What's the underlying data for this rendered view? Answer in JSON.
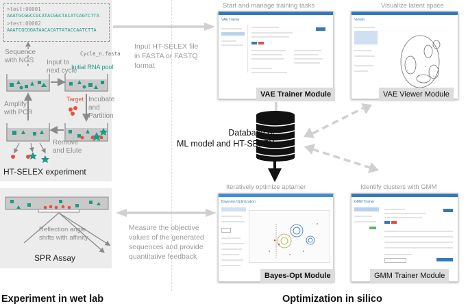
{
  "wetlab": {
    "fasta_lines": [
      ">test:00001",
      "AAATGCGGCCGCATACGGCTACATCAGTCTTA",
      ">test:00002",
      "AAATCGCGGATAACACATTATACCAATCTTA"
    ],
    "fasta_filename": "Cycle_n.fasta",
    "seq_ngs": "Sequence\nwith NGS",
    "input_next": "Input to\nnext cycle",
    "initial_pool": "Initial RNA pool",
    "target": "Target",
    "incubate": "Incubate\nand\nPartition",
    "amplify": "Amplify\nwith PCR",
    "remove_elute": "Remove\nand Elute",
    "htselex_title": "HT-SELEX experiment",
    "spr_reflection": "Reflection angle\nshifts with affinity",
    "spr_title": "SPR Assay",
    "section_label": "Experiment in wet lab"
  },
  "insilico": {
    "input_htselex": "Input HT-SELEX file\nin FASTA or FASTQ\nformat",
    "vae_trainer_header": "Start and manage training tasks",
    "vae_viewer_header": "Visualize latent space",
    "vae_trainer_label": "VAE Trainer Module",
    "vae_viewer_label": "VAE Viewer Module",
    "database": "Database of\nML model and HT-SELEX",
    "bayes_header": "Iteratively optimize aptamer",
    "gmm_header": "Identify clusters with GMM",
    "bayes_label": "Bayes-Opt Module",
    "gmm_label": "GMM Trainer Module",
    "measure": "Measure the objective\nvalues of the generated\nsequences and provide\nquantitative feedback",
    "section_label": "Optimization in silico"
  },
  "screens": {
    "vae_trainer_title": "VAE Trainer",
    "viewer_title": "Viewer",
    "bayes_title": "Bayesian Optimization",
    "gmm_title": "GMM Trainer"
  },
  "colors": {
    "teal": "#1a9b86",
    "red": "#e8503a",
    "panel": "#ececec",
    "arrow_gray": "#8a8a8a",
    "light_arrow": "#cfcfcf",
    "ui_blue": "#3579b8"
  }
}
